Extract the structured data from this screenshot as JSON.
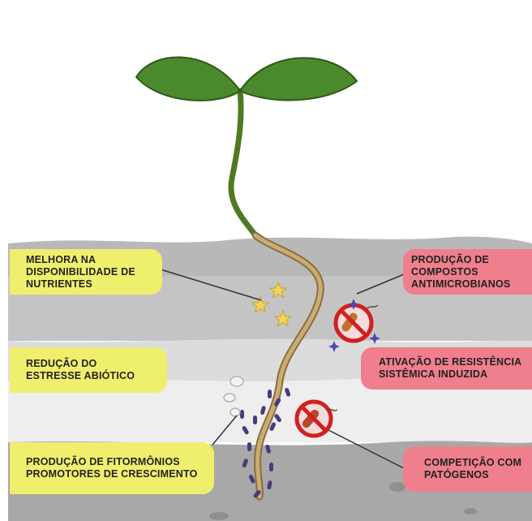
{
  "labels": {
    "nutrients": "Melhora na\nDisponibilidade de\nNutrientes",
    "abiotic": "Redução do\nEstresse Abiótico",
    "phytohormones": "Produção de Fitormônios\nPromotores de Crescimento",
    "antimicrobial": "Produção de\nCompostos\nAntimicrobianos",
    "resistance": "Ativação de Resistência\nSistêmica Induzida",
    "competition": "Competição com\nPatógenos"
  },
  "colors": {
    "left_box": "#efef6e",
    "right_box": "#ef7f8c",
    "leaf": "#4a8a2c",
    "stem": "#4f7a22",
    "root": "#b59a63",
    "bacteria": "#4b3a7a",
    "prohibition": "#d12020"
  },
  "icons": [
    "seedling",
    "star-icon",
    "prohibition-icon",
    "bacterium-icon",
    "bubble-icon"
  ]
}
